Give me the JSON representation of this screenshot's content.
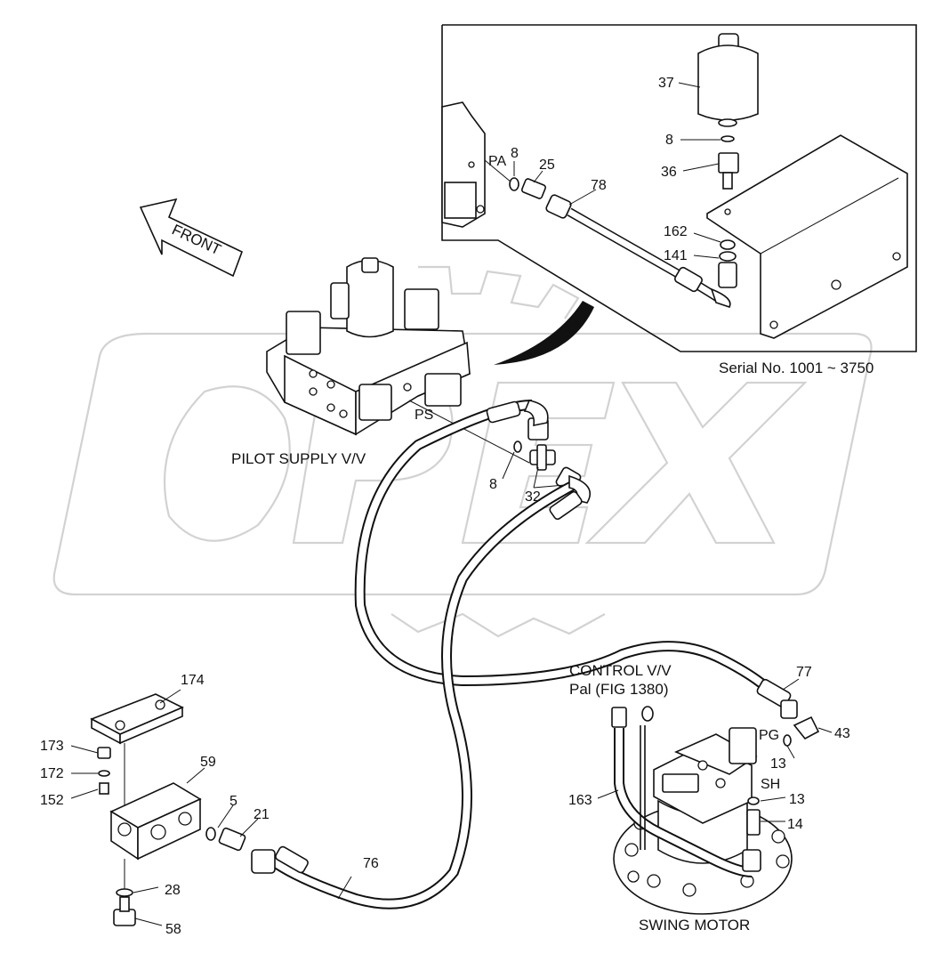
{
  "diagram": {
    "direction_label": "FRONT",
    "inset_caption": "Serial No. 1001 ~ 3750",
    "components": {
      "pilot_supply": "PILOT SUPPLY V/V",
      "swing_motor": "SWING MOTOR",
      "control_valve": "CONTROL V/V",
      "control_valve_ref": "Pal (FIG 1380)"
    },
    "ports": {
      "pa": "PA",
      "ps": "PS",
      "pg": "PG",
      "sh": "SH"
    },
    "parts": {
      "p37": "37",
      "p8a": "8",
      "p8b": "8",
      "p8c": "8",
      "p36": "36",
      "p25": "25",
      "p78": "78",
      "p162": "162",
      "p141": "141",
      "p32": "32",
      "p77": "77",
      "p43": "43",
      "p13a": "13",
      "p13b": "13",
      "p14": "14",
      "p163": "163",
      "p76": "76",
      "p174": "174",
      "p173": "173",
      "p172": "172",
      "p152": "152",
      "p59": "59",
      "p5": "5",
      "p21": "21",
      "p28": "28",
      "p58": "58"
    },
    "watermark": "OPEX"
  }
}
